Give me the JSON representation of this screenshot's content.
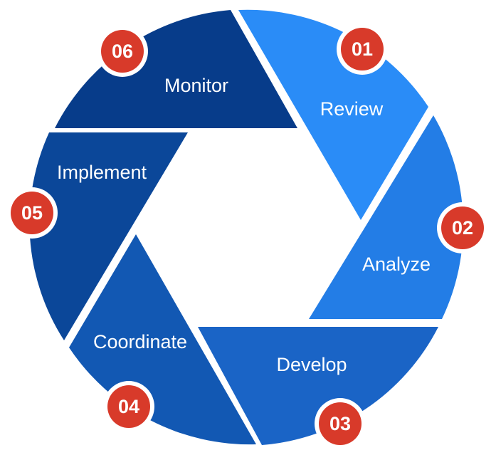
{
  "steps": [
    {
      "number": "01",
      "label": "Review",
      "color": "#2a8cf7"
    },
    {
      "number": "02",
      "label": "Analyze",
      "color": "#237de6"
    },
    {
      "number": "03",
      "label": "Develop",
      "color": "#1a64c6"
    },
    {
      "number": "04",
      "label": "Coordinate",
      "color": "#1258b3"
    },
    {
      "number": "05",
      "label": "Implement",
      "color": "#0b4799"
    },
    {
      "number": "06",
      "label": "Monitor",
      "color": "#073c8a"
    }
  ],
  "badge_color": "#d83a2a"
}
